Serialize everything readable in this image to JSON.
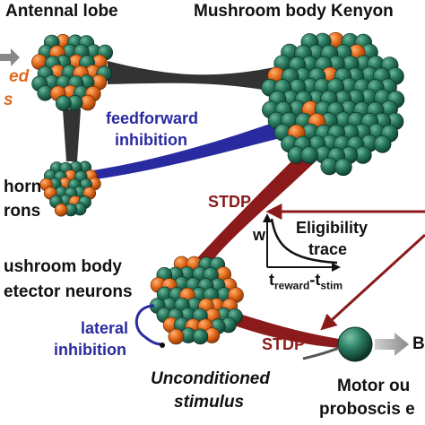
{
  "labels": {
    "antennal_lobe": "Antennal lobe",
    "mushroom_body_kenyon": "Mushroom body Kenyon",
    "arrow_left_text_1": "ed",
    "arrow_left_text_2": "s",
    "feedforward": "feedforward",
    "inhibition": "inhibition",
    "horn_line1": "horn",
    "horn_line2": "rons",
    "stdp_top": "STDP",
    "stdp_bottom": "STDP",
    "mb_detector_line1": "ushroom body",
    "mb_detector_line2": "etector neurons",
    "lateral": "lateral",
    "lateral_inhibition": "inhibition",
    "unconditioned": "Unconditioned",
    "stimulus": "stimulus",
    "motor_line1": "Motor ou",
    "motor_line2": "proboscis e",
    "behavior_partial": "B",
    "trace_w": "w",
    "trace_eligibility": "Eligibility",
    "trace_trace": "trace",
    "trace_t_reward": "t",
    "trace_reward_sub": "reward",
    "trace_minus": "-t",
    "trace_stim_sub": "stim"
  },
  "colors": {
    "neuron_green": "#1f6b55",
    "neuron_orange": "#e0681a",
    "connection_gray": "#333333",
    "inhibition_blue": "#2a2aa0",
    "stdp_red": "#8b1a1a",
    "label_orange": "#e0681a"
  }
}
